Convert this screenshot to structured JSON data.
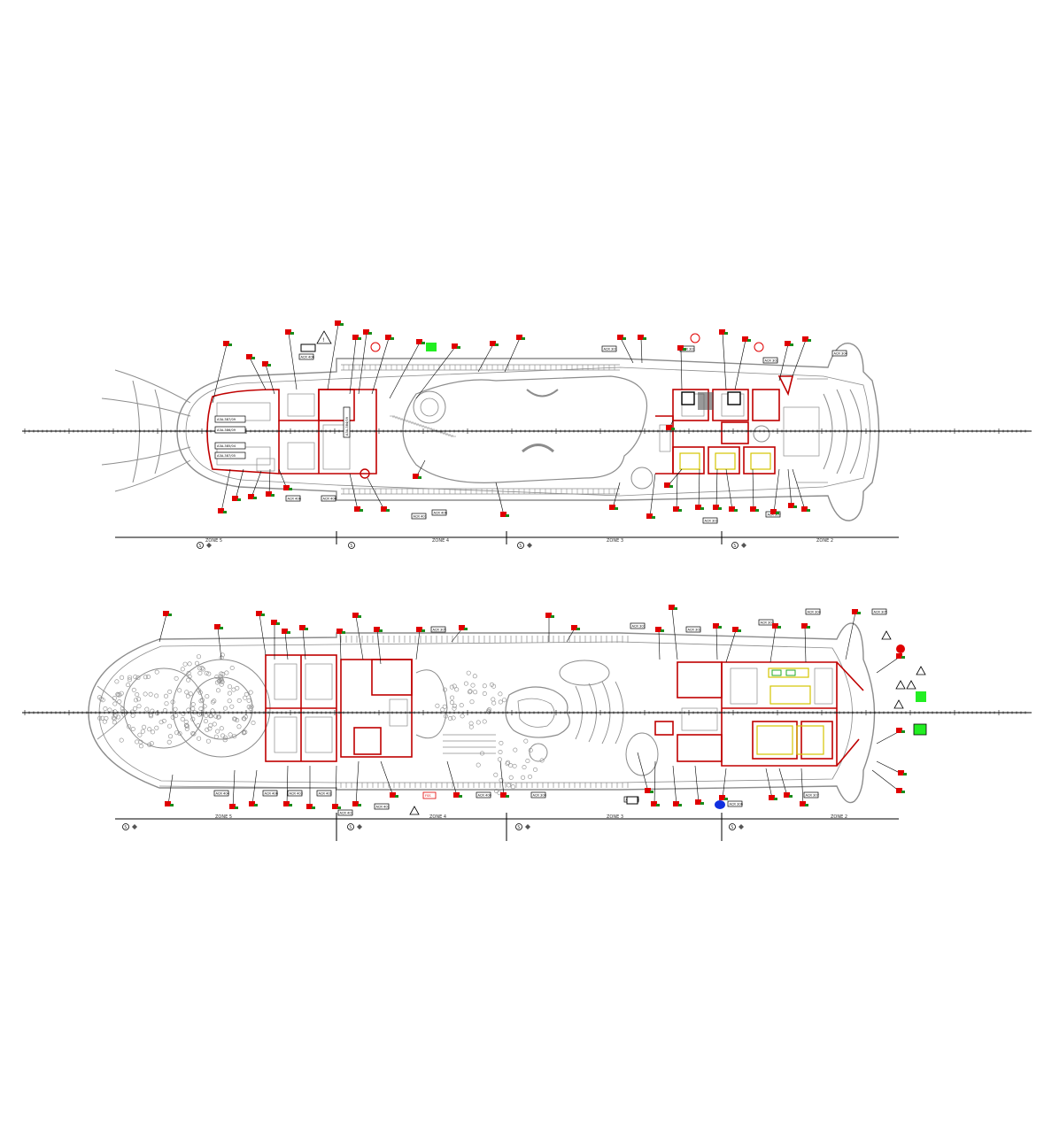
{
  "drawing": {
    "upper_deck": {
      "zones": [
        {
          "label": "ZONE 5"
        },
        {
          "label": "ZONE 4"
        },
        {
          "label": "ZONE 3"
        },
        {
          "label": "ZONE 2"
        }
      ],
      "zone_numbers": [
        "5",
        "5",
        "5",
        "5"
      ],
      "fire_zone_tags": [
        "A3A-387/09",
        "A3A-386/09",
        "A3A-385/04",
        "A3A-387/05",
        "A3A-384/09"
      ],
      "acr_tags": [
        "ACR 406",
        "ACR 406",
        "ACR 406",
        "ACR 301",
        "ACR 301",
        "ACR 302",
        "ACR 303",
        "ACR 401",
        "ACR 406",
        "ACR 304",
        "ACR 307"
      ]
    },
    "lower_deck": {
      "zones": [
        {
          "label": "ZONE 5"
        },
        {
          "label": "ZONE 4"
        },
        {
          "label": "ZONE 3"
        },
        {
          "label": "ZONE 2"
        }
      ],
      "zone_numbers": [
        "5",
        "5",
        "5",
        "5"
      ],
      "acr_tags": [
        "ACR 404",
        "ACR 406",
        "ACR 403",
        "ACR 402",
        "ACR 401",
        "ACR 401",
        "ACR 400",
        "ACR 300",
        "ACR 305",
        "ACR 301",
        "ACR 302",
        "ACR 303",
        "ACR 304",
        "ACR 305",
        "ACR 306",
        "ACR 307",
        "ACR 308"
      ],
      "special_tag": "FSS"
    },
    "colors": {
      "outline": "#8c8c8c",
      "fire_boundary": "#c00000",
      "equipment_red": "#e00000",
      "equipment_green": "#1a8c1a",
      "highlight_green": "#22ee22",
      "highlight_yellow": "#d4c400",
      "marker_blue": "#1030e0",
      "line_black": "#000000"
    }
  }
}
